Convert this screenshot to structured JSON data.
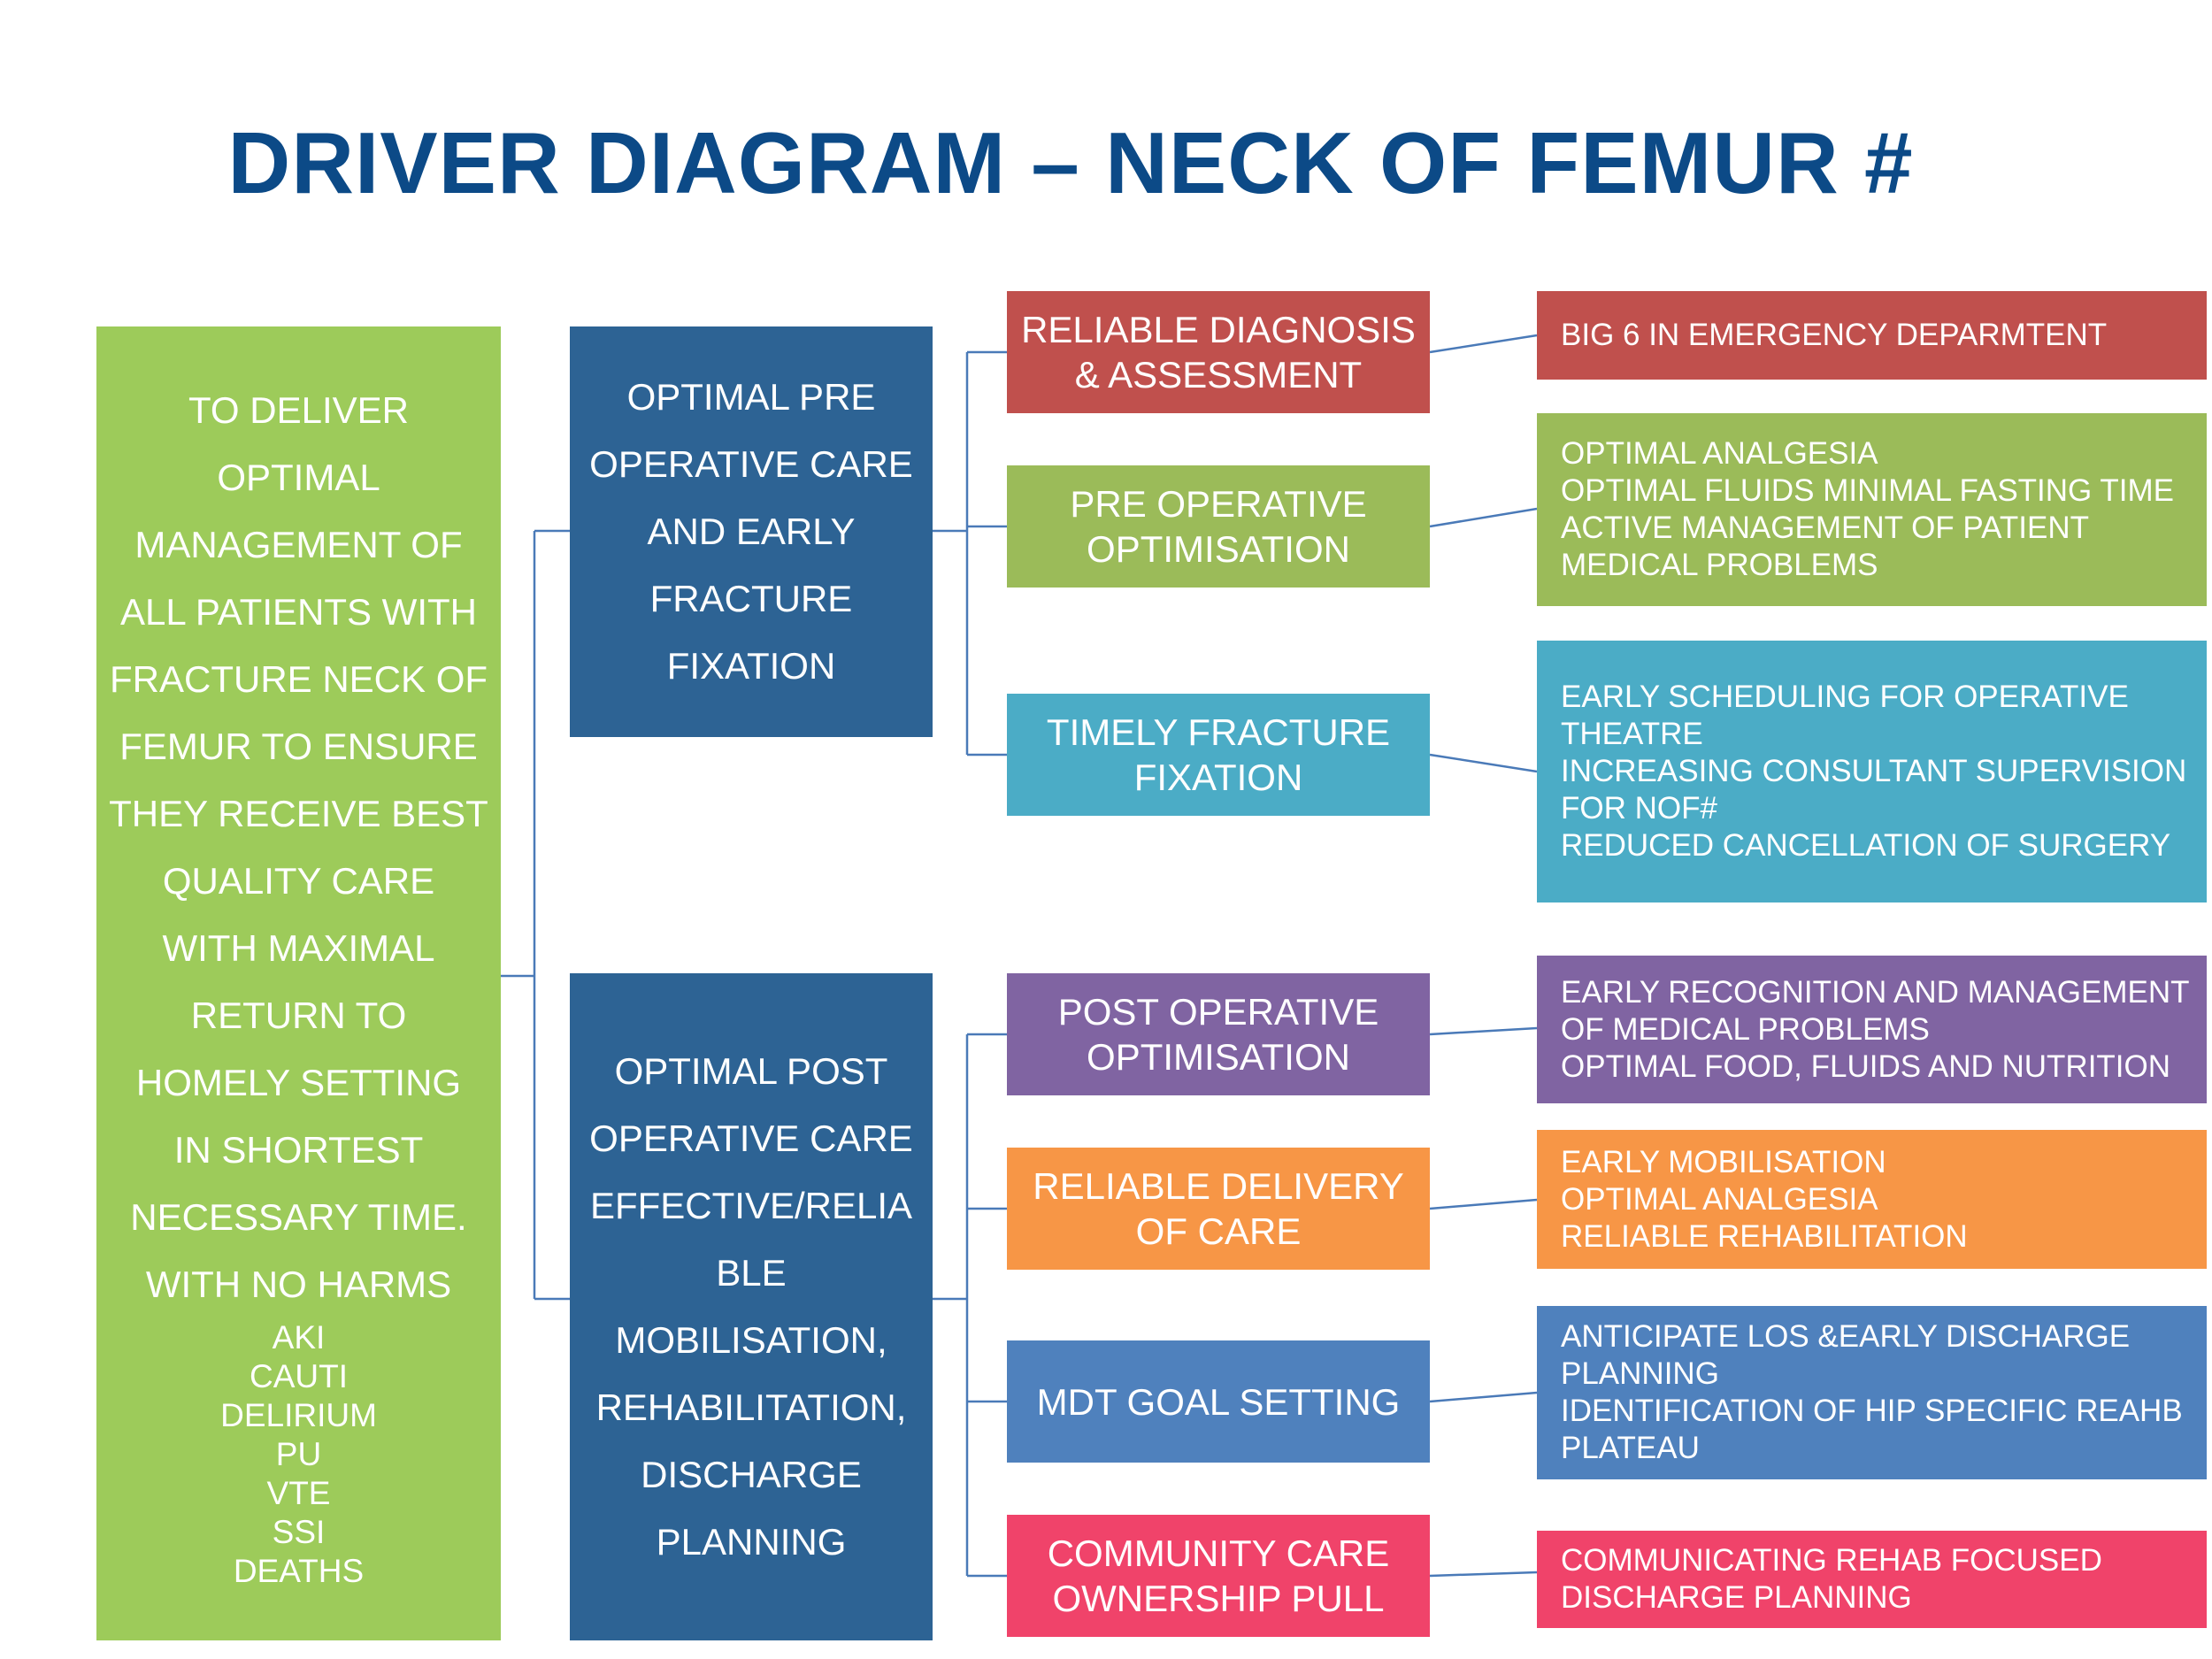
{
  "title": "DRIVER DIAGRAM – NECK OF FEMUR #",
  "aim": {
    "lines": [
      "TO DELIVER",
      "OPTIMAL",
      "MANAGEMENT OF",
      "ALL PATIENTS WITH",
      "FRACTURE NECK OF",
      "FEMUR TO ENSURE",
      "THEY RECEIVE BEST",
      "QUALITY CARE",
      "WITH MAXIMAL",
      "RETURN TO",
      "HOMELY SETTING",
      "IN SHORTEST",
      "NECESSARY TIME.",
      "WITH NO HARMS"
    ],
    "harms": [
      "AKI",
      "CAUTI",
      "DELIRIUM",
      "PU",
      "VTE",
      "SSI",
      "DEATHS"
    ],
    "color": "#9dcb5a"
  },
  "primary_drivers": [
    {
      "lines": [
        "OPTIMAL PRE",
        "OPERATIVE CARE",
        "AND EARLY",
        "FRACTURE",
        "FIXATION"
      ],
      "color": "#2d6394"
    },
    {
      "lines": [
        "OPTIMAL POST",
        "OPERATIVE CARE",
        "EFFECTIVE/RELIA",
        "BLE",
        "MOBILISATION,",
        "REHABILITATION,",
        "DISCHARGE",
        "PLANNING"
      ],
      "color": "#2d6394"
    }
  ],
  "secondary_drivers": [
    {
      "lines": [
        "RELIABLE DIAGNOSIS",
        "& ASSESSMENT"
      ],
      "color": "#c0504d"
    },
    {
      "lines": [
        "PRE OPERATIVE",
        "OPTIMISATION"
      ],
      "color": "#9bbb59"
    },
    {
      "lines": [
        "TIMELY FRACTURE",
        "FIXATION"
      ],
      "color": "#4bacc6"
    },
    {
      "lines": [
        "POST OPERATIVE",
        "OPTIMISATION"
      ],
      "color": "#8064a2"
    },
    {
      "lines": [
        "RELIABLE DELIVERY",
        "OF CARE"
      ],
      "color": "#f79646"
    },
    {
      "lines": [
        "MDT GOAL SETTING"
      ],
      "color": "#4f81bd"
    },
    {
      "lines": [
        "COMMUNITY CARE",
        "OWNERSHIP PULL"
      ],
      "color": "#f0436a"
    }
  ],
  "change_ideas": [
    {
      "lines": [
        "BIG 6 IN EMERGENCY DEPARMTENT"
      ],
      "color": "#c0504d"
    },
    {
      "lines": [
        "OPTIMAL ANALGESIA",
        "OPTIMAL FLUIDS MINIMAL FASTING TIME",
        "ACTIVE MANAGEMENT OF PATIENT",
        "MEDICAL PROBLEMS"
      ],
      "color": "#9bbb59"
    },
    {
      "lines": [
        "EARLY SCHEDULING FOR OPERATIVE",
        "THEATRE",
        "INCREASING CONSULTANT SUPERVISION",
        "FOR NOF#",
        "REDUCED CANCELLATION OF SURGERY"
      ],
      "color": "#4bacc6"
    },
    {
      "lines": [
        "EARLY RECOGNITION AND MANAGEMENT",
        "OF MEDICAL PROBLEMS",
        "OPTIMAL FOOD,  FLUIDS AND NUTRITION"
      ],
      "color": "#8064a2"
    },
    {
      "lines": [
        "EARLY MOBILISATION",
        "OPTIMAL ANALGESIA",
        "RELIABLE REHABILITATION"
      ],
      "color": "#f79646"
    },
    {
      "lines": [
        "ANTICIPATE LOS &EARLY DISCHARGE",
        "PLANNING",
        "IDENTIFICATION OF HIP SPECIFIC REAHB",
        "PLATEAU"
      ],
      "color": "#4f81bd"
    },
    {
      "lines": [
        "COMMUNICATING REHAB FOCUSED",
        "DISCHARGE PLANNING"
      ],
      "color": "#f0436a"
    }
  ],
  "connector_color": "#4a7ab8"
}
